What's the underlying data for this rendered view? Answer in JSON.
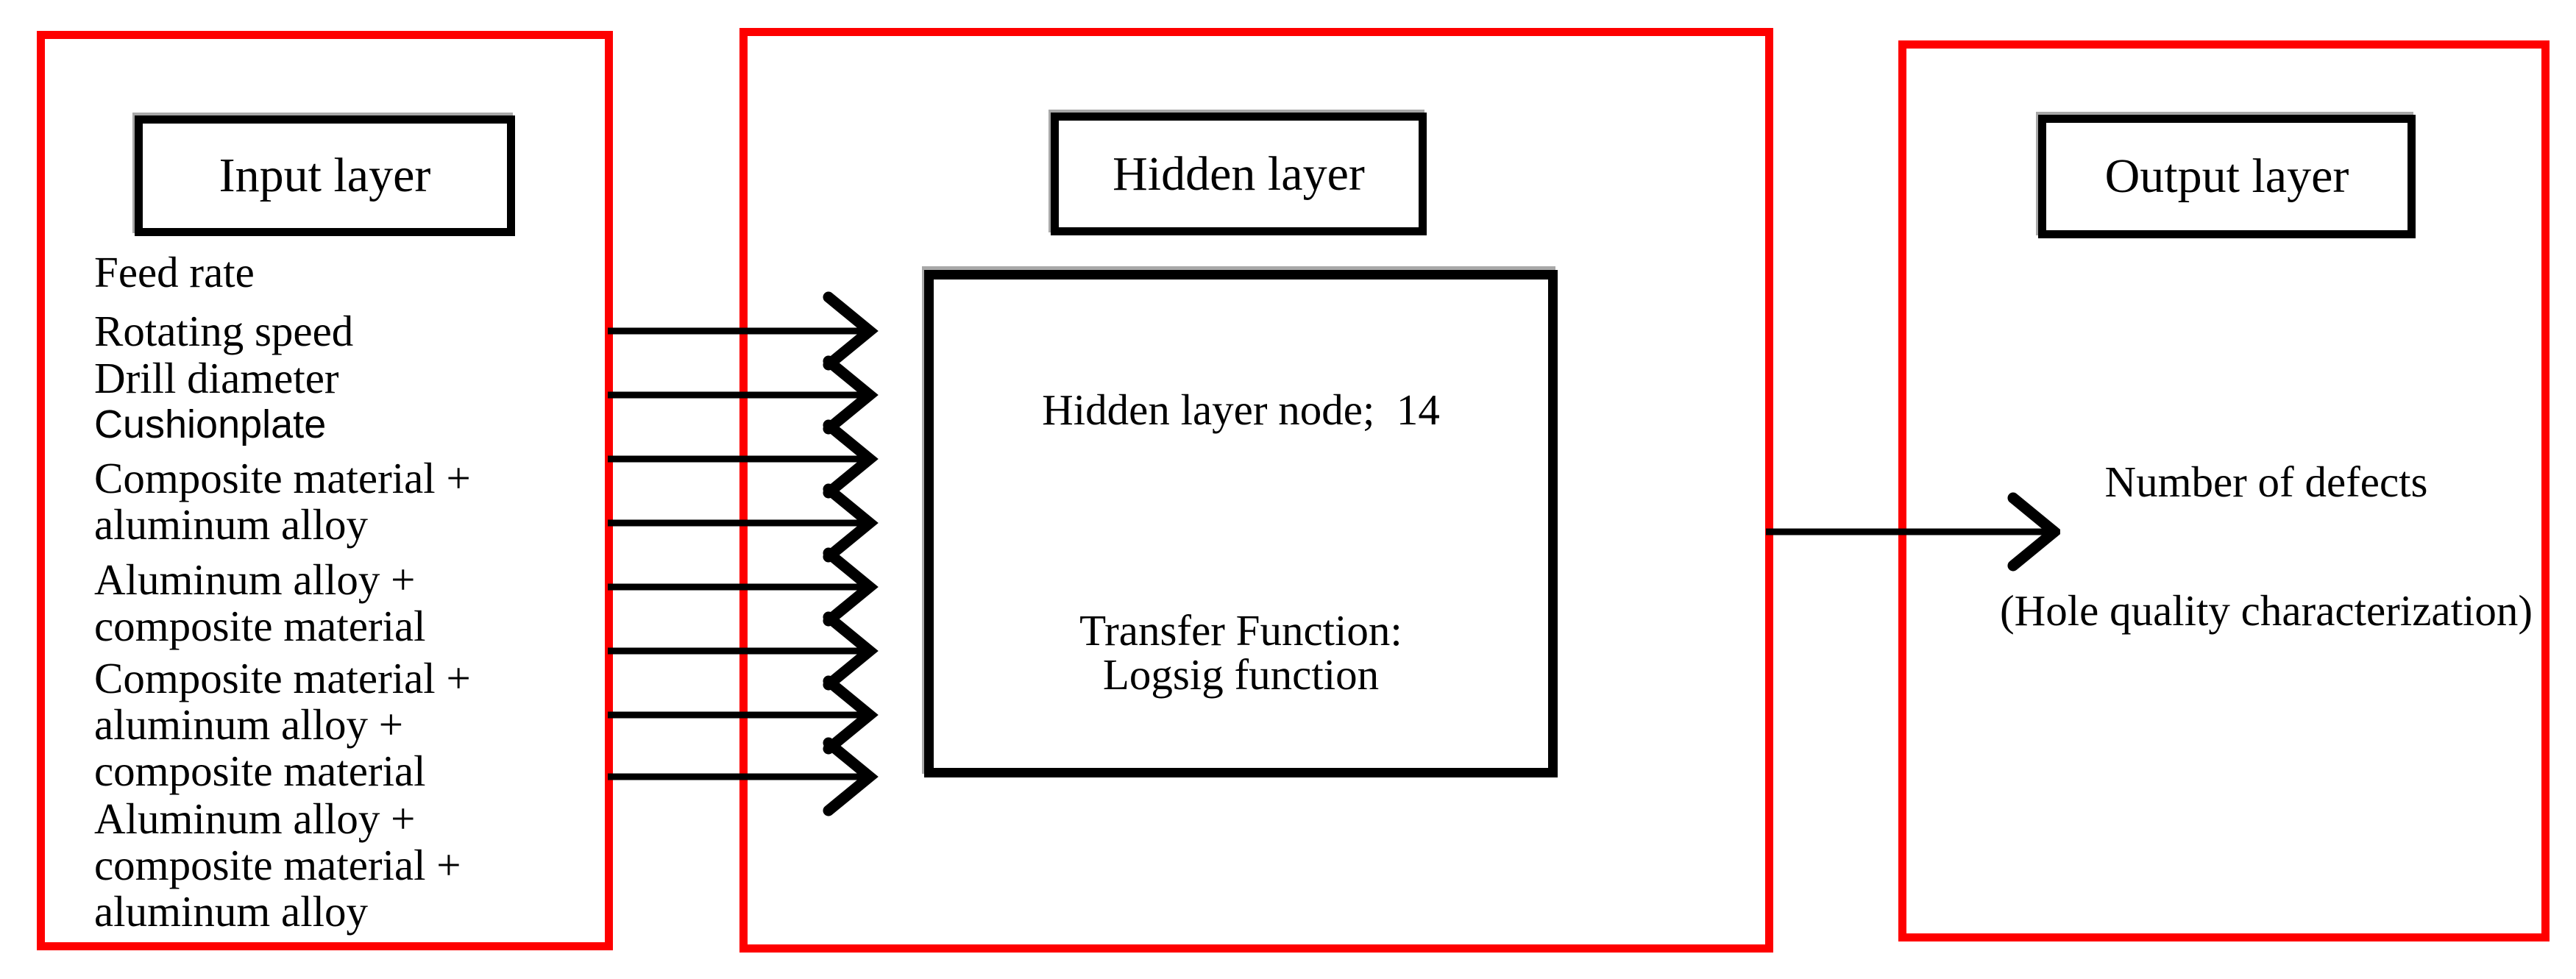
{
  "input": {
    "title": "Input layer",
    "items": [
      "Feed rate",
      "Rotating speed",
      "Drill diameter",
      "Cushionplate",
      "Composite material +\naluminum alloy",
      "Aluminum alloy +\ncomposite material",
      "Composite material +\naluminum alloy +\ncomposite material",
      "Aluminum alloy +\ncomposite material +\naluminum alloy"
    ]
  },
  "hidden": {
    "title": "Hidden layer",
    "node_label": "Hidden layer node;  14",
    "transfer_label": "Transfer Function:",
    "transfer_value": "Logsig function"
  },
  "output": {
    "title": "Output layer",
    "result": "Number of defects",
    "note": "(Hole quality characterization)"
  },
  "arrows": {
    "input_to_hidden_count": 8,
    "hidden_to_output_count": 1
  },
  "colors": {
    "frame_red": "#fe0000",
    "ink_black": "#000000",
    "background": "#ffffff"
  }
}
